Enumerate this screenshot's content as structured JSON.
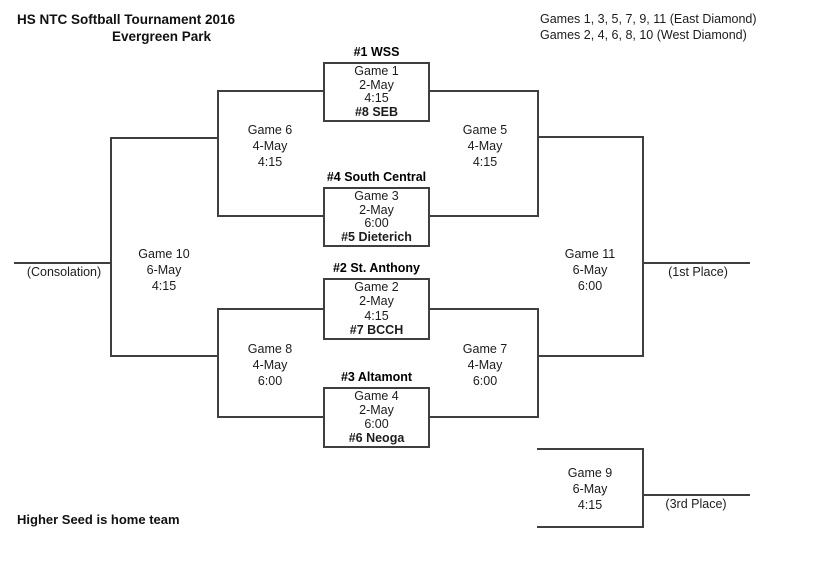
{
  "header": {
    "title": "HS NTC Softball Tournament 2016",
    "venue": "Evergreen Park",
    "diamond_note_line1": "Games 1, 3, 5, 7, 9, 11 (East Diamond)",
    "diamond_note_line2": "Games 2, 4, 6, 8, 10 (West Diamond)"
  },
  "footer": {
    "home_team_note": "Higher Seed is home team"
  },
  "placements": {
    "consolation": "(Consolation)",
    "first_place": "(1st Place)",
    "third_place": "(3rd Place)"
  },
  "games": {
    "g1": {
      "label": "Game 1",
      "date": "2-May",
      "time": "4:15",
      "top_seed": "#1 WSS",
      "bottom_seed": "#8 SEB"
    },
    "g2": {
      "label": "Game 2",
      "date": "2-May",
      "time": "4:15",
      "top_seed": "#2 St. Anthony",
      "bottom_seed": "#7 BCCH"
    },
    "g3": {
      "label": "Game 3",
      "date": "2-May",
      "time": "6:00",
      "top_seed": "#4 South Central",
      "bottom_seed": "#5 Dieterich"
    },
    "g4": {
      "label": "Game 4",
      "date": "2-May",
      "time": "6:00",
      "top_seed": "#3 Altamont",
      "bottom_seed": "#6 Neoga"
    },
    "g5": {
      "label": "Game 5",
      "date": "4-May",
      "time": "4:15"
    },
    "g6": {
      "label": "Game 6",
      "date": "4-May",
      "time": "4:15"
    },
    "g7": {
      "label": "Game 7",
      "date": "4-May",
      "time": "6:00"
    },
    "g8": {
      "label": "Game 8",
      "date": "4-May",
      "time": "6:00"
    },
    "g9": {
      "label": "Game 9",
      "date": "6-May",
      "time": "4:15"
    },
    "g10": {
      "label": "Game 10",
      "date": "6-May",
      "time": "4:15"
    },
    "g11": {
      "label": "Game 11",
      "date": "6-May",
      "time": "6:00"
    }
  },
  "colors": {
    "line": "#3f3f3f",
    "text": "#1c1c1c",
    "background": "#ffffff"
  }
}
